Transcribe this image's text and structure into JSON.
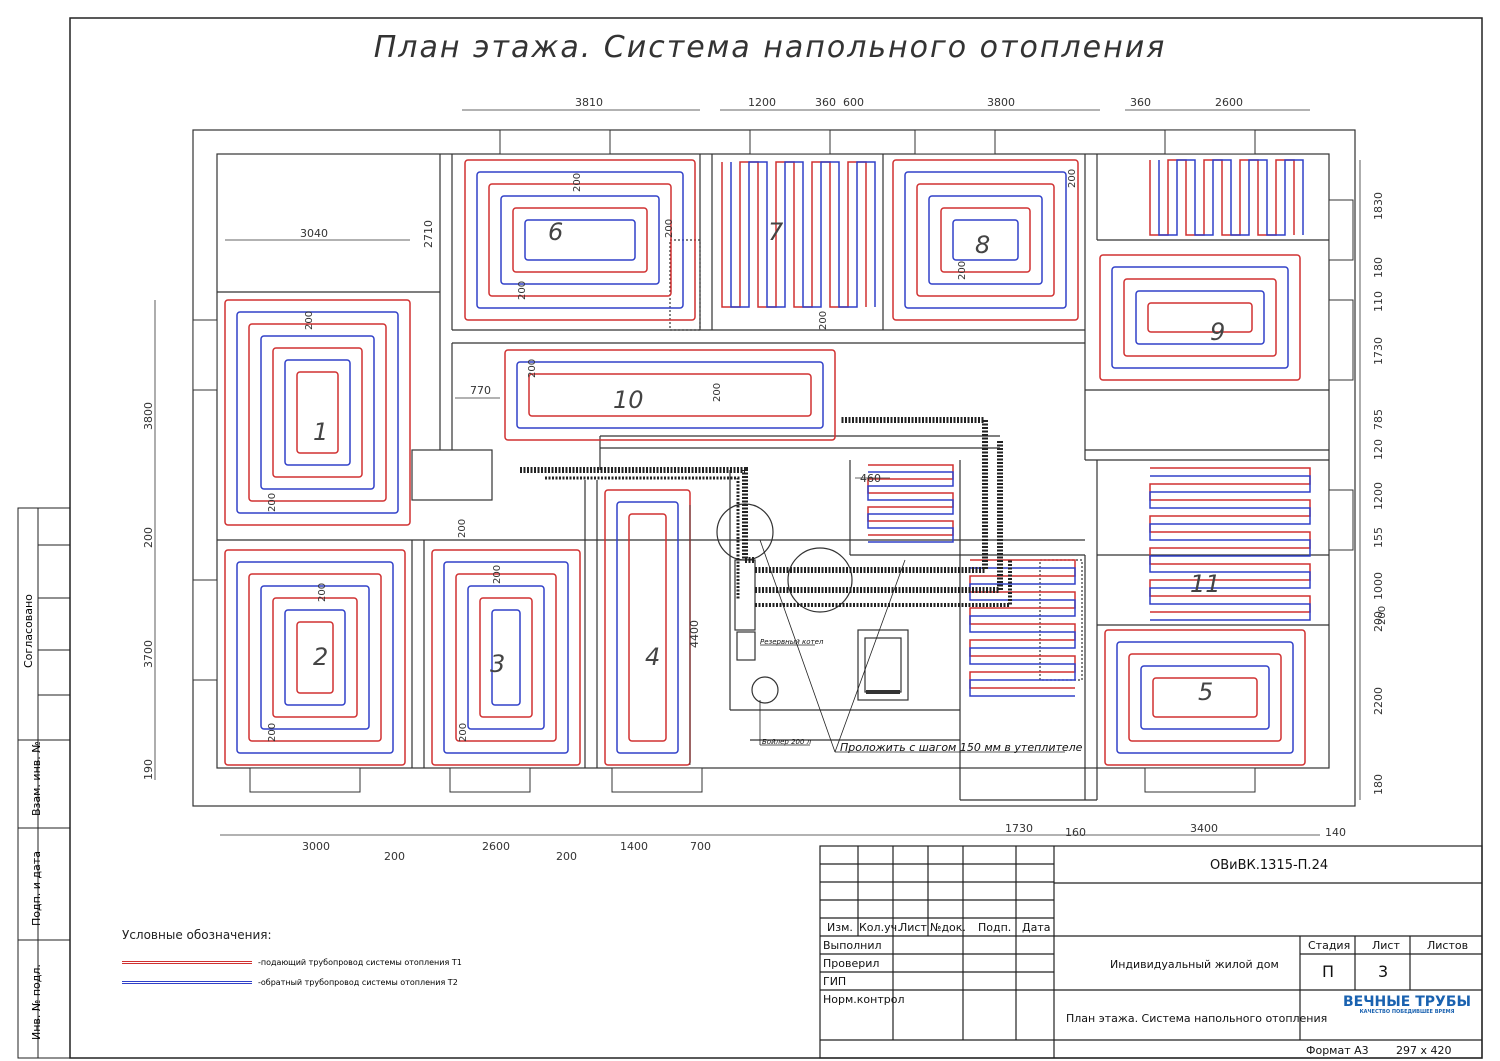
{
  "title": "План этажа. Система напольного отопления",
  "dimensions": {
    "top": [
      "3810",
      "1200",
      "360",
      "600",
      "3800",
      "360",
      "2600"
    ],
    "left_inner": [
      "3040",
      "2710",
      "770",
      "460"
    ],
    "left_side": [
      "3800",
      "200",
      "3700",
      "190"
    ],
    "right_side": [
      "1830",
      "180",
      "110",
      "1730",
      "785",
      "120",
      "1200",
      "155",
      "1000",
      "200",
      "2200",
      "180"
    ],
    "bottom": [
      "3000",
      "200",
      "2600",
      "200",
      "1400",
      "700",
      "1730",
      "160",
      "3400",
      "140"
    ],
    "vertical_room4": "4400"
  },
  "rooms": [
    "1",
    "2",
    "3",
    "4",
    "5",
    "6",
    "7",
    "8",
    "9",
    "10",
    "11"
  ],
  "step_label": "200",
  "annotations": {
    "boiler_reserve": "Резервный котел",
    "buffer": "Бойлер 200 л",
    "pipe_note": "Проложить с шагом 150 мм в утеплителе"
  },
  "legend": {
    "title": "Условные обозначения:",
    "supply": "-подающий трубопровод системы отопления Т1",
    "return": "-обратный трубопровод системы отопления Т2",
    "supply_color": "#d03030",
    "return_color": "#3040c8"
  },
  "side_panel": {
    "agreed": "Согласовано",
    "replaced_inv": "Взам. инв. №",
    "sign_date": "Подп. и дата",
    "inv_orig": "Инв. № подл."
  },
  "stamp": {
    "doc_code": "ОВиВК.1315-П.24",
    "headers": [
      "Изм.",
      "Кол.уч.",
      "Лист",
      "№док.",
      "Подп.",
      "Дата"
    ],
    "roles": [
      "Выполнил",
      "Проверил",
      "ГИП",
      "Норм.контрол"
    ],
    "project": "Индивидуальный жилой дом",
    "sheet_name": "План этажа. Система напольного отопления",
    "stage_label": "Стадия",
    "sheet_label": "Лист",
    "sheets_label": "Листов",
    "stage": "П",
    "sheet": "3",
    "sheets": "",
    "format": "Формат А3",
    "size": "297 х 420",
    "logo_main": "ВЕЧНЫЕ ТРУБЫ",
    "logo_sub": "КАЧЕСТВО ПОБЕДИВШЕЕ ВРЕМЯ"
  }
}
